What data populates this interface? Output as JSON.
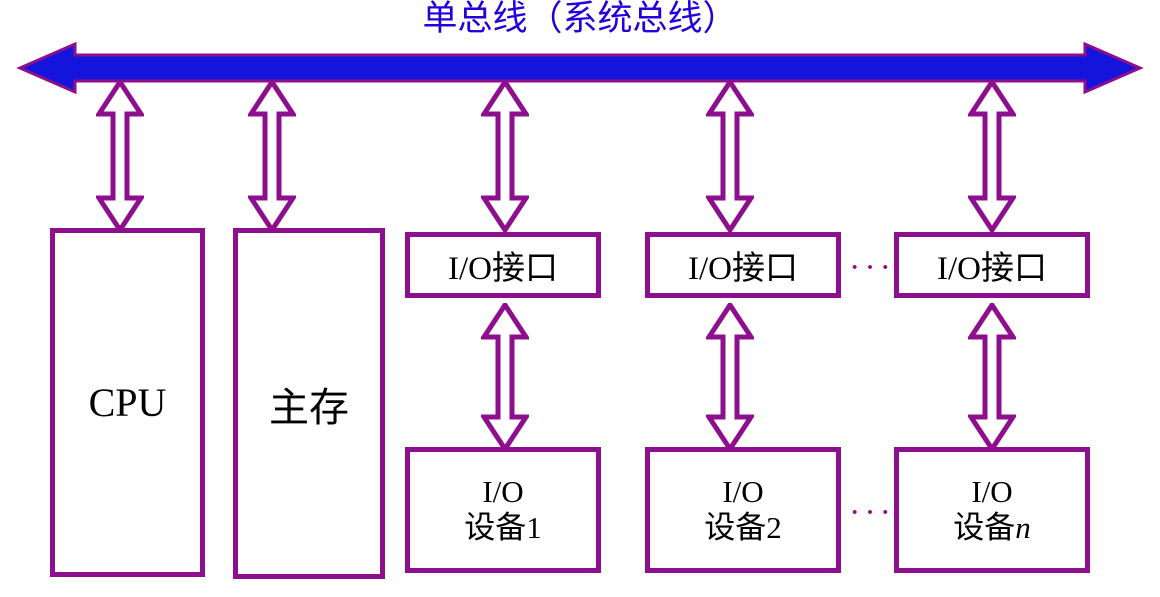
{
  "diagram": {
    "title": "单总线（系统总线）",
    "title_color": "#2200dd",
    "line_color": "#8e0f8e",
    "bus": {
      "name": "system-bus",
      "fill": "#1414dd",
      "stroke": "#8e0f8e",
      "direction": "bidirectional"
    },
    "blocks": {
      "cpu": {
        "label": "CPU"
      },
      "main_memory": {
        "label": "主存"
      },
      "io_interface_1": {
        "label": "I/O接口"
      },
      "io_interface_2": {
        "label": "I/O接口"
      },
      "io_interface_n": {
        "label": "I/O接口"
      },
      "io_device_1": {
        "line1": "I/O",
        "line2": "设备1"
      },
      "io_device_2": {
        "line1": "I/O",
        "line2": "设备2"
      },
      "io_device_n": {
        "line1": "I/O",
        "line2": "设备",
        "index": "n"
      }
    },
    "ellipsis": {
      "interface_row": "···",
      "device_row": "···"
    },
    "connections": [
      {
        "name": "bus-to-cpu",
        "type": "double-arrow"
      },
      {
        "name": "bus-to-main-memory",
        "type": "double-arrow"
      },
      {
        "name": "bus-to-io-interface-1",
        "type": "double-arrow"
      },
      {
        "name": "bus-to-io-interface-2",
        "type": "double-arrow"
      },
      {
        "name": "bus-to-io-interface-n",
        "type": "double-arrow"
      },
      {
        "name": "io-interface-1-to-device-1",
        "type": "double-arrow"
      },
      {
        "name": "io-interface-2-to-device-2",
        "type": "double-arrow"
      },
      {
        "name": "io-interface-n-to-device-n",
        "type": "double-arrow"
      }
    ]
  }
}
